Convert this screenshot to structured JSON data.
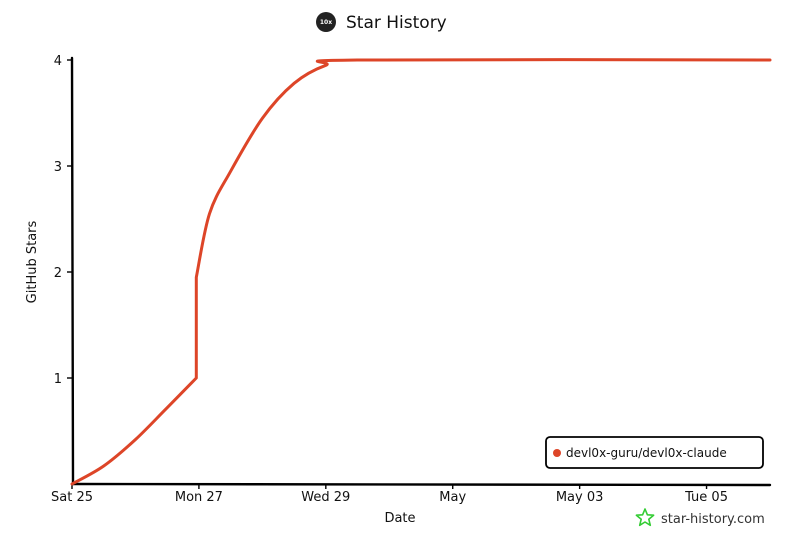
{
  "header": {
    "logo_text": "10x",
    "title": "Star History"
  },
  "brand": {
    "text": "star-history.com",
    "icon": "star-icon",
    "icon_color": "#33cc33"
  },
  "colors": {
    "series": "#dd4528",
    "axis": "#000000"
  },
  "chart_data": {
    "type": "line",
    "title": "Star History",
    "xlabel": "Date",
    "ylabel": "GitHub Stars",
    "x_axis_type": "date",
    "xlim": [
      "2025-04-25",
      "2025-05-06"
    ],
    "ylim": [
      0,
      4
    ],
    "x_ticks": [
      {
        "date": "2025-04-25",
        "label": "Sat 25"
      },
      {
        "date": "2025-04-27",
        "label": "Mon 27"
      },
      {
        "date": "2025-04-29",
        "label": "Wed 29"
      },
      {
        "date": "2025-05-01",
        "label": "May"
      },
      {
        "date": "2025-05-03",
        "label": "May 03"
      },
      {
        "date": "2025-05-05",
        "label": "Tue 05"
      }
    ],
    "y_ticks": [
      1,
      2,
      3,
      4
    ],
    "grid": false,
    "legend": "bottom-right",
    "series": [
      {
        "name": "devl0x-guru/devl0x-claude",
        "color": "#dd4528",
        "points": [
          {
            "x": "2025-04-25T00:00",
            "y": 0
          },
          {
            "x": "2025-04-25T12:00",
            "y": 0.17
          },
          {
            "x": "2025-04-26T00:00",
            "y": 0.42
          },
          {
            "x": "2025-04-26T12:00",
            "y": 0.72
          },
          {
            "x": "2025-04-26T23:00",
            "y": 1.0
          },
          {
            "x": "2025-04-26T23:00",
            "y": 1.95
          },
          {
            "x": "2025-04-27T04:00",
            "y": 2.55
          },
          {
            "x": "2025-04-27T12:00",
            "y": 2.95
          },
          {
            "x": "2025-04-28T00:00",
            "y": 3.45
          },
          {
            "x": "2025-04-28T12:00",
            "y": 3.78
          },
          {
            "x": "2025-04-29T00:00",
            "y": 3.95
          },
          {
            "x": "2025-04-29T12:00",
            "y": 4.0
          },
          {
            "x": "2025-05-06T00:00",
            "y": 4.0
          }
        ]
      }
    ]
  }
}
